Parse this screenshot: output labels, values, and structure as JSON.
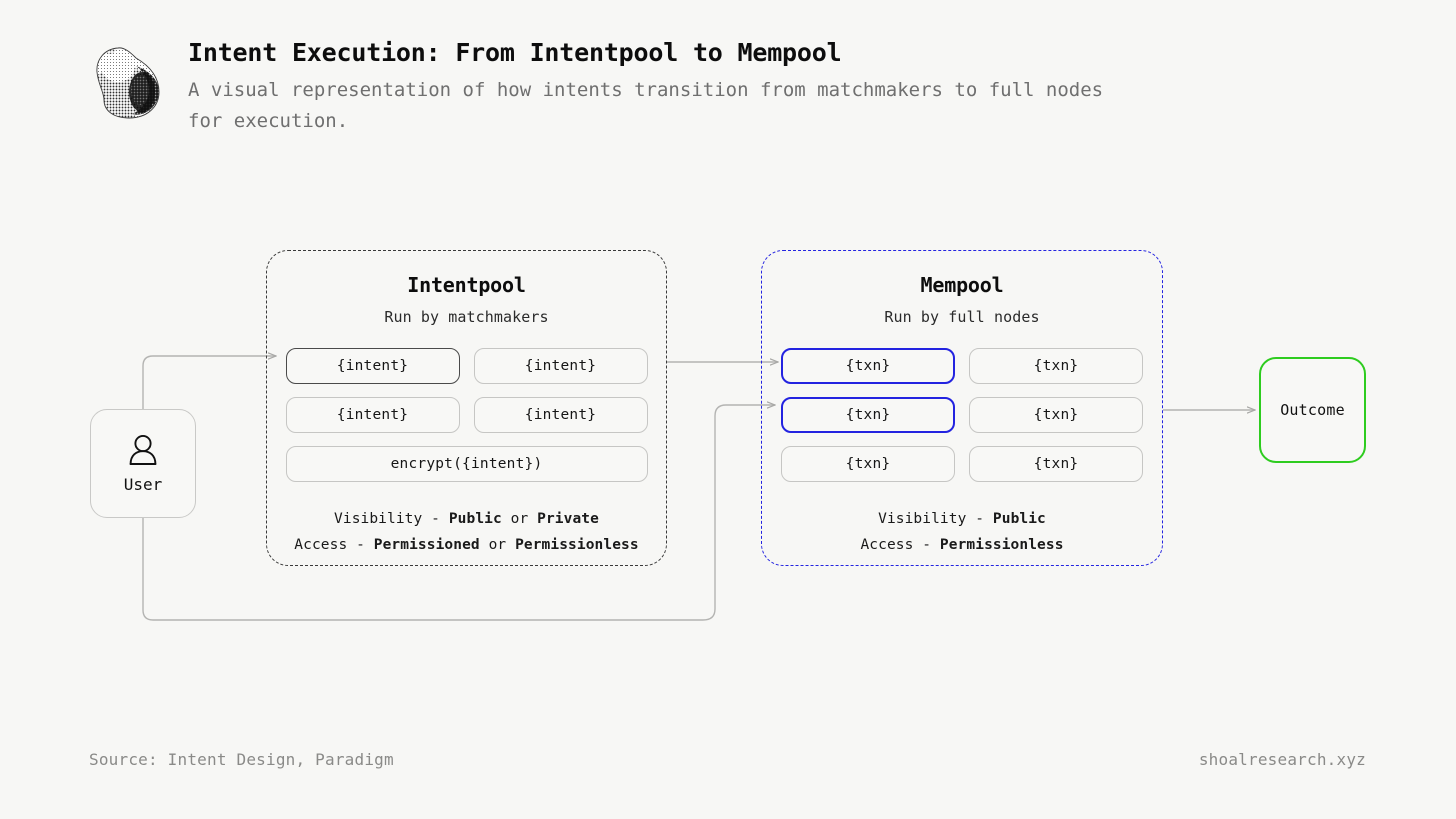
{
  "header": {
    "logo_icon": "seashell-logo",
    "title": "Intent Execution: From Intentpool to Mempool",
    "subtitle": "A visual representation of how intents transition from matchmakers to full nodes for execution."
  },
  "colors": {
    "background": "#f7f7f5",
    "intentpool_border": "#3a3a3a",
    "mempool_border": "#2323e0",
    "highlight_blue": "#2323e0",
    "highlight_dark": "#4a4a4a",
    "outcome_green": "#2ecc1f",
    "pill_border": "#c6c6c4",
    "connector": "#b0b0ae",
    "muted_text": "#8a8a88"
  },
  "nodes": {
    "user": {
      "label": "User",
      "icon": "user-person-icon"
    },
    "outcome": {
      "label": "Outcome"
    }
  },
  "pools": [
    {
      "id": "intentpool",
      "title": "Intentpool",
      "subtitle": "Run by matchmakers",
      "items": [
        {
          "label": "{intent}",
          "highlight": "dark",
          "wide": false
        },
        {
          "label": "{intent}",
          "highlight": "none",
          "wide": false
        },
        {
          "label": "{intent}",
          "highlight": "none",
          "wide": false
        },
        {
          "label": "{intent}",
          "highlight": "none",
          "wide": false
        },
        {
          "label": "encrypt({intent})",
          "highlight": "none",
          "wide": true
        }
      ],
      "meta": {
        "visibility_label": "Visibility - ",
        "visibility_values": [
          "Public",
          "Private"
        ],
        "visibility_separator": " or ",
        "access_label": "Access - ",
        "access_values": [
          "Permissioned",
          "Permissionless"
        ],
        "access_separator": " or "
      }
    },
    {
      "id": "mempool",
      "title": "Mempool",
      "subtitle": "Run by full nodes",
      "items": [
        {
          "label": "{txn}",
          "highlight": "blue",
          "wide": false
        },
        {
          "label": "{txn}",
          "highlight": "none",
          "wide": false
        },
        {
          "label": "{txn}",
          "highlight": "blue",
          "wide": false
        },
        {
          "label": "{txn}",
          "highlight": "none",
          "wide": false
        },
        {
          "label": "{txn}",
          "highlight": "none",
          "wide": false
        },
        {
          "label": "{txn}",
          "highlight": "none",
          "wide": false
        }
      ],
      "meta": {
        "visibility_label": "Visibility - ",
        "visibility_values": [
          "Public"
        ],
        "visibility_separator": "",
        "access_label": "Access - ",
        "access_values": [
          "Permissionless"
        ],
        "access_separator": ""
      }
    }
  ],
  "connections": [
    {
      "from": "user",
      "to": "intentpool-item-1",
      "style": "elbow-up-arrow"
    },
    {
      "from": "user",
      "to": "mempool-item-3",
      "style": "long-loop-bottom-arrow"
    },
    {
      "from": "intentpool",
      "to": "mempool-item-1",
      "style": "straight-arrow"
    },
    {
      "from": "mempool",
      "to": "outcome",
      "style": "straight-arrow"
    }
  ],
  "footer": {
    "source": "Source: Intent Design, Paradigm",
    "site": "shoalresearch.xyz"
  }
}
